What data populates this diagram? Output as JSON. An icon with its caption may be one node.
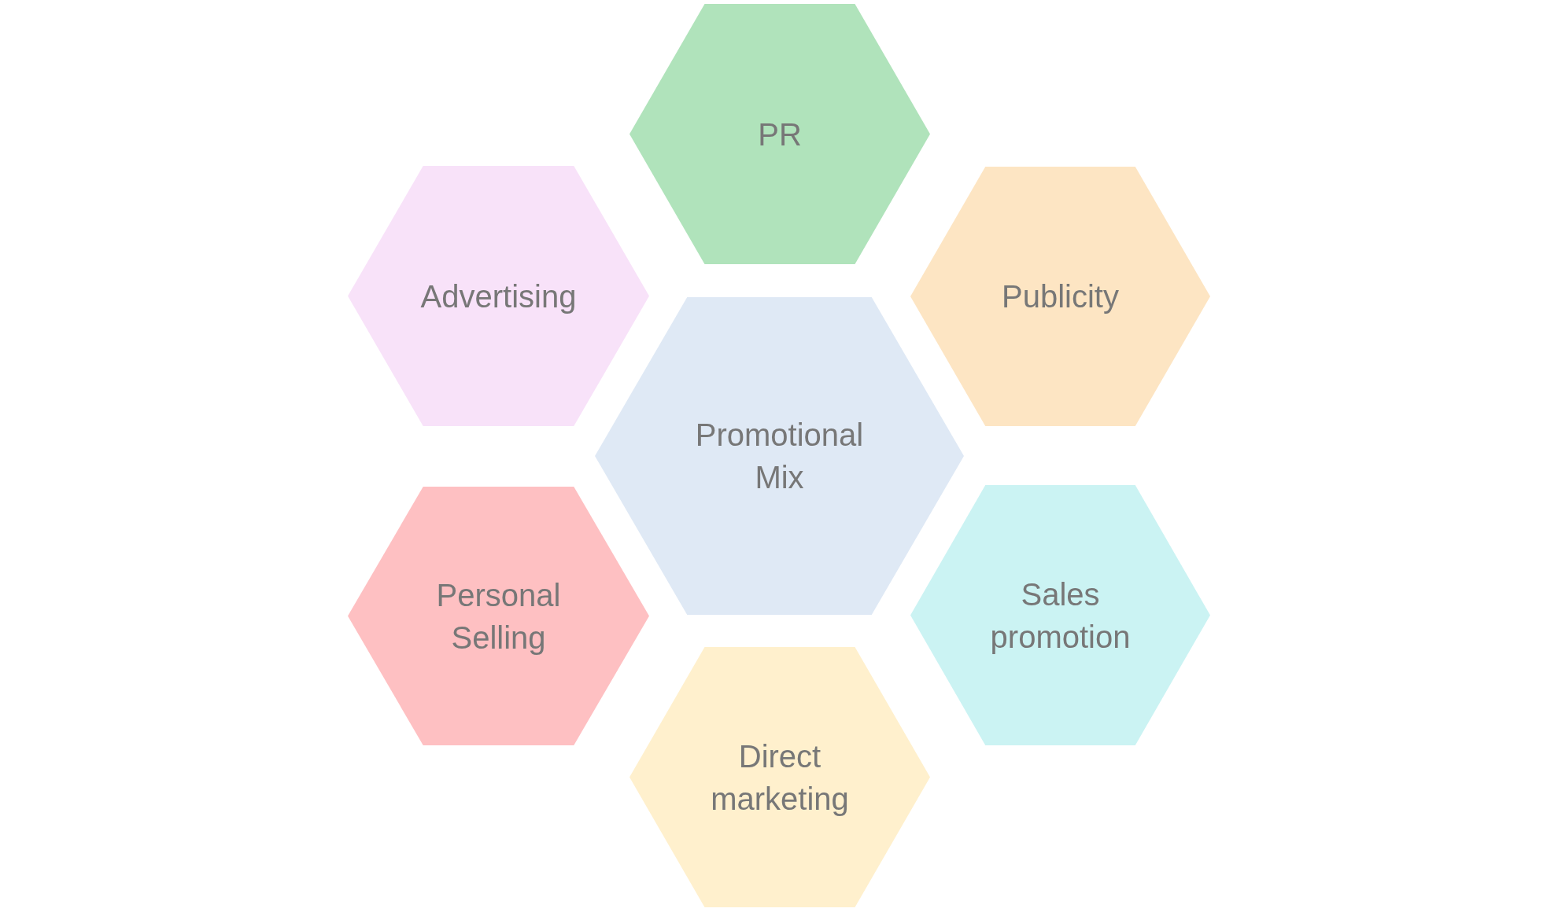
{
  "diagram": {
    "nodes": [
      {
        "text": [
          "PR"
        ]
      },
      {
        "text": [
          "Advertising"
        ]
      },
      {
        "text": [
          "Publicity"
        ]
      },
      {
        "text": [
          "Promotional Mix"
        ]
      },
      {
        "text": [
          "Personal Selling"
        ]
      },
      {
        "text": [
          "Sales promotion"
        ]
      },
      {
        "text": [
          "Direct marketing"
        ]
      }
    ],
    "edges": []
  }
}
